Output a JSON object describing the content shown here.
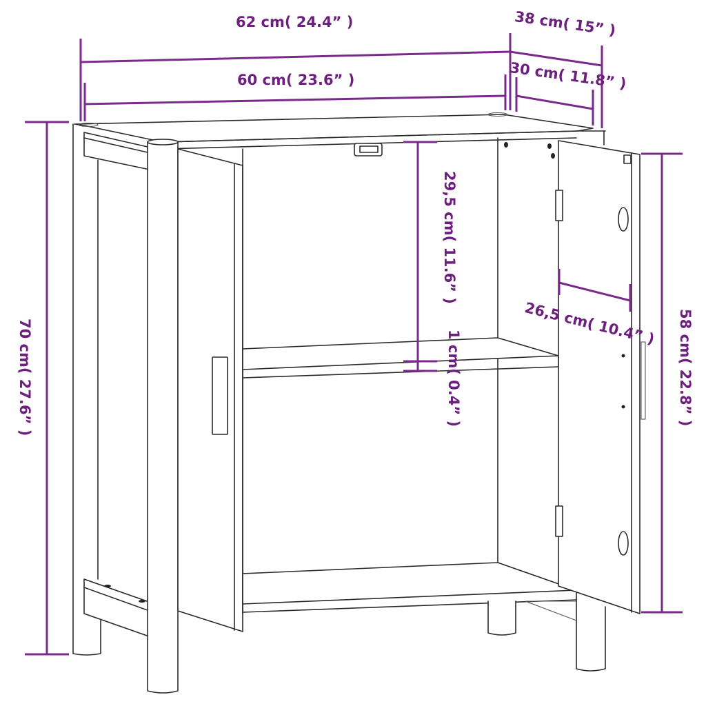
{
  "diagram": {
    "type": "product-dimension-drawing",
    "subject": "two-door sideboard cabinet with shelf and round legs",
    "colors": {
      "dimension": "#7b2a8c",
      "label": "#6d1f7e",
      "outline": "#2a2a2a",
      "background": "#ffffff"
    }
  },
  "dimensions": {
    "overall_width": {
      "label": "62 cm( 24.4” )",
      "value_cm": 62,
      "value_in": 24.4
    },
    "overall_depth": {
      "label": "38 cm( 15” )",
      "value_cm": 38,
      "value_in": 15
    },
    "inner_width": {
      "label": "60 cm( 23.6” )",
      "value_cm": 60,
      "value_in": 23.6
    },
    "inner_depth": {
      "label": "30 cm( 11.8” )",
      "value_cm": 30,
      "value_in": 11.8
    },
    "compartment_height": {
      "label": "29,5 cm( 11.6” )",
      "value_cm": 29.5,
      "value_in": 11.6
    },
    "shelf_thickness": {
      "label": "1 cm( 0.4” )",
      "value_cm": 1,
      "value_in": 0.4
    },
    "door_width": {
      "label": "26,5 cm( 10.4” )",
      "value_cm": 26.5,
      "value_in": 10.4
    },
    "overall_height": {
      "label": "70 cm( 27.6” )",
      "value_cm": 70,
      "value_in": 27.6
    },
    "door_height": {
      "label": "58 cm( 22.8” )",
      "value_cm": 58,
      "value_in": 22.8
    }
  }
}
